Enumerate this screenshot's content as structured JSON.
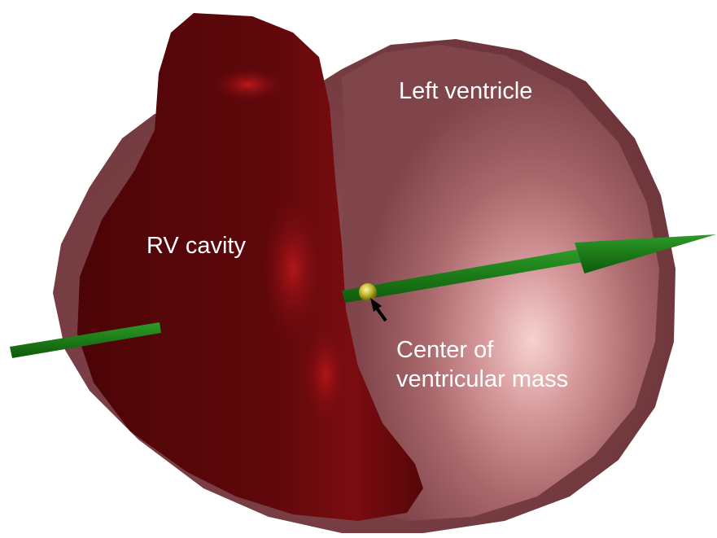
{
  "labels": {
    "left_ventricle": "Left ventricle",
    "rv_cavity": "RV cavity",
    "center_line1": "Center of",
    "center_line2": "ventricular mass"
  },
  "colors": {
    "lv_surface": "#8a5156",
    "lv_highlight": "#f3c8c6",
    "rv_cavity": "#5a070a",
    "rv_highlight": "#c3181b",
    "axis": "#1c7a18",
    "center_point": "#c9c23a",
    "pointer_arrow": "#000000"
  },
  "icons": {
    "axis": "green-axis-arrow-icon",
    "center": "center-of-mass-sphere-icon",
    "pointer": "black-pointer-arrow-icon"
  }
}
